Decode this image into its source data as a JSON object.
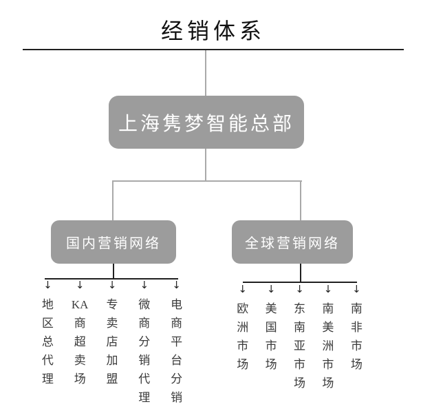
{
  "title": "经销体系",
  "arrow_icon": "↓",
  "colors": {
    "box_fill": "#9c9c9c",
    "box_text": "#ffffff",
    "connector_gray": "#a9a9a9",
    "connector_black": "#1f1f1f",
    "leaf_text": "#3a3a3a"
  },
  "root": {
    "label": "上海隽梦智能总部"
  },
  "branches": [
    {
      "label": "国内营销网络",
      "leaves": [
        "地区总代理",
        "KA商超卖场",
        "专卖店加盟",
        "微商分销代理",
        "电商平台分销"
      ]
    },
    {
      "label": "全球营销网络",
      "leaves": [
        "欧洲市场",
        "美国市场",
        "东南亚市场",
        "南美洲市场",
        "南非市场"
      ]
    }
  ]
}
